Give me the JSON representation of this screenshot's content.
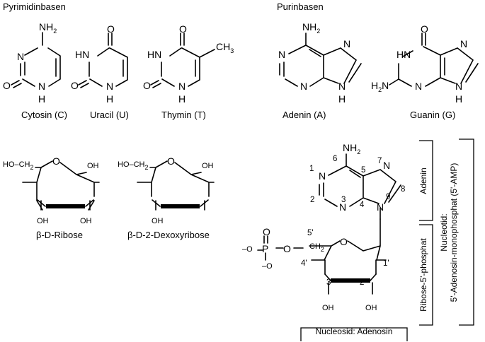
{
  "headings": {
    "pyrimidine": "Pyrimidinbasen",
    "purine": "Purinbasen"
  },
  "captions": {
    "cytosine": "Cytosin (C)",
    "uracil": "Uracil (U)",
    "thymine": "Thymin (T)",
    "adenine": "Adenin (A)",
    "guanine": "Guanin (G)",
    "ribose": "β-D-Ribose",
    "deoxyribose": "β-D-2-Dexoxyribose"
  },
  "atoms": {
    "N": "N",
    "H": "H",
    "O": "O",
    "OH": "OH",
    "HO": "HO",
    "NH": "NH",
    "HN": "HN",
    "P": "P",
    "NH2_main": "NH",
    "NH2_sub": "2",
    "H2N_main": "H",
    "H2N_sub": "2",
    "H2N_tail": "N",
    "CH3_main": "CH",
    "CH3_sub": "3",
    "HOCH2_ho": "HO–CH",
    "HOCH2_sub": "2",
    "CH2_main": "CH",
    "CH2_sub": "2",
    "O_minus": "–O",
    "O_minus_below": "O",
    "minus": "–"
  },
  "amp": {
    "ring_numbers": [
      "1",
      "2",
      "3",
      "4",
      "5",
      "6",
      "7",
      "8",
      "9"
    ],
    "sugar_numbers": [
      "1'",
      "2'",
      "3'",
      "4'",
      "5'"
    ]
  },
  "brackets": {
    "adenine": "Adenin",
    "ribose_phosphate": "Ribose-5'-phosphat",
    "nucleoside": "Nucleosid: Adenosin",
    "nucleotide_line1": "Nucleotid:",
    "nucleotide_line2": "5'-Adenosin-monophosphat (5'-AMP)"
  }
}
